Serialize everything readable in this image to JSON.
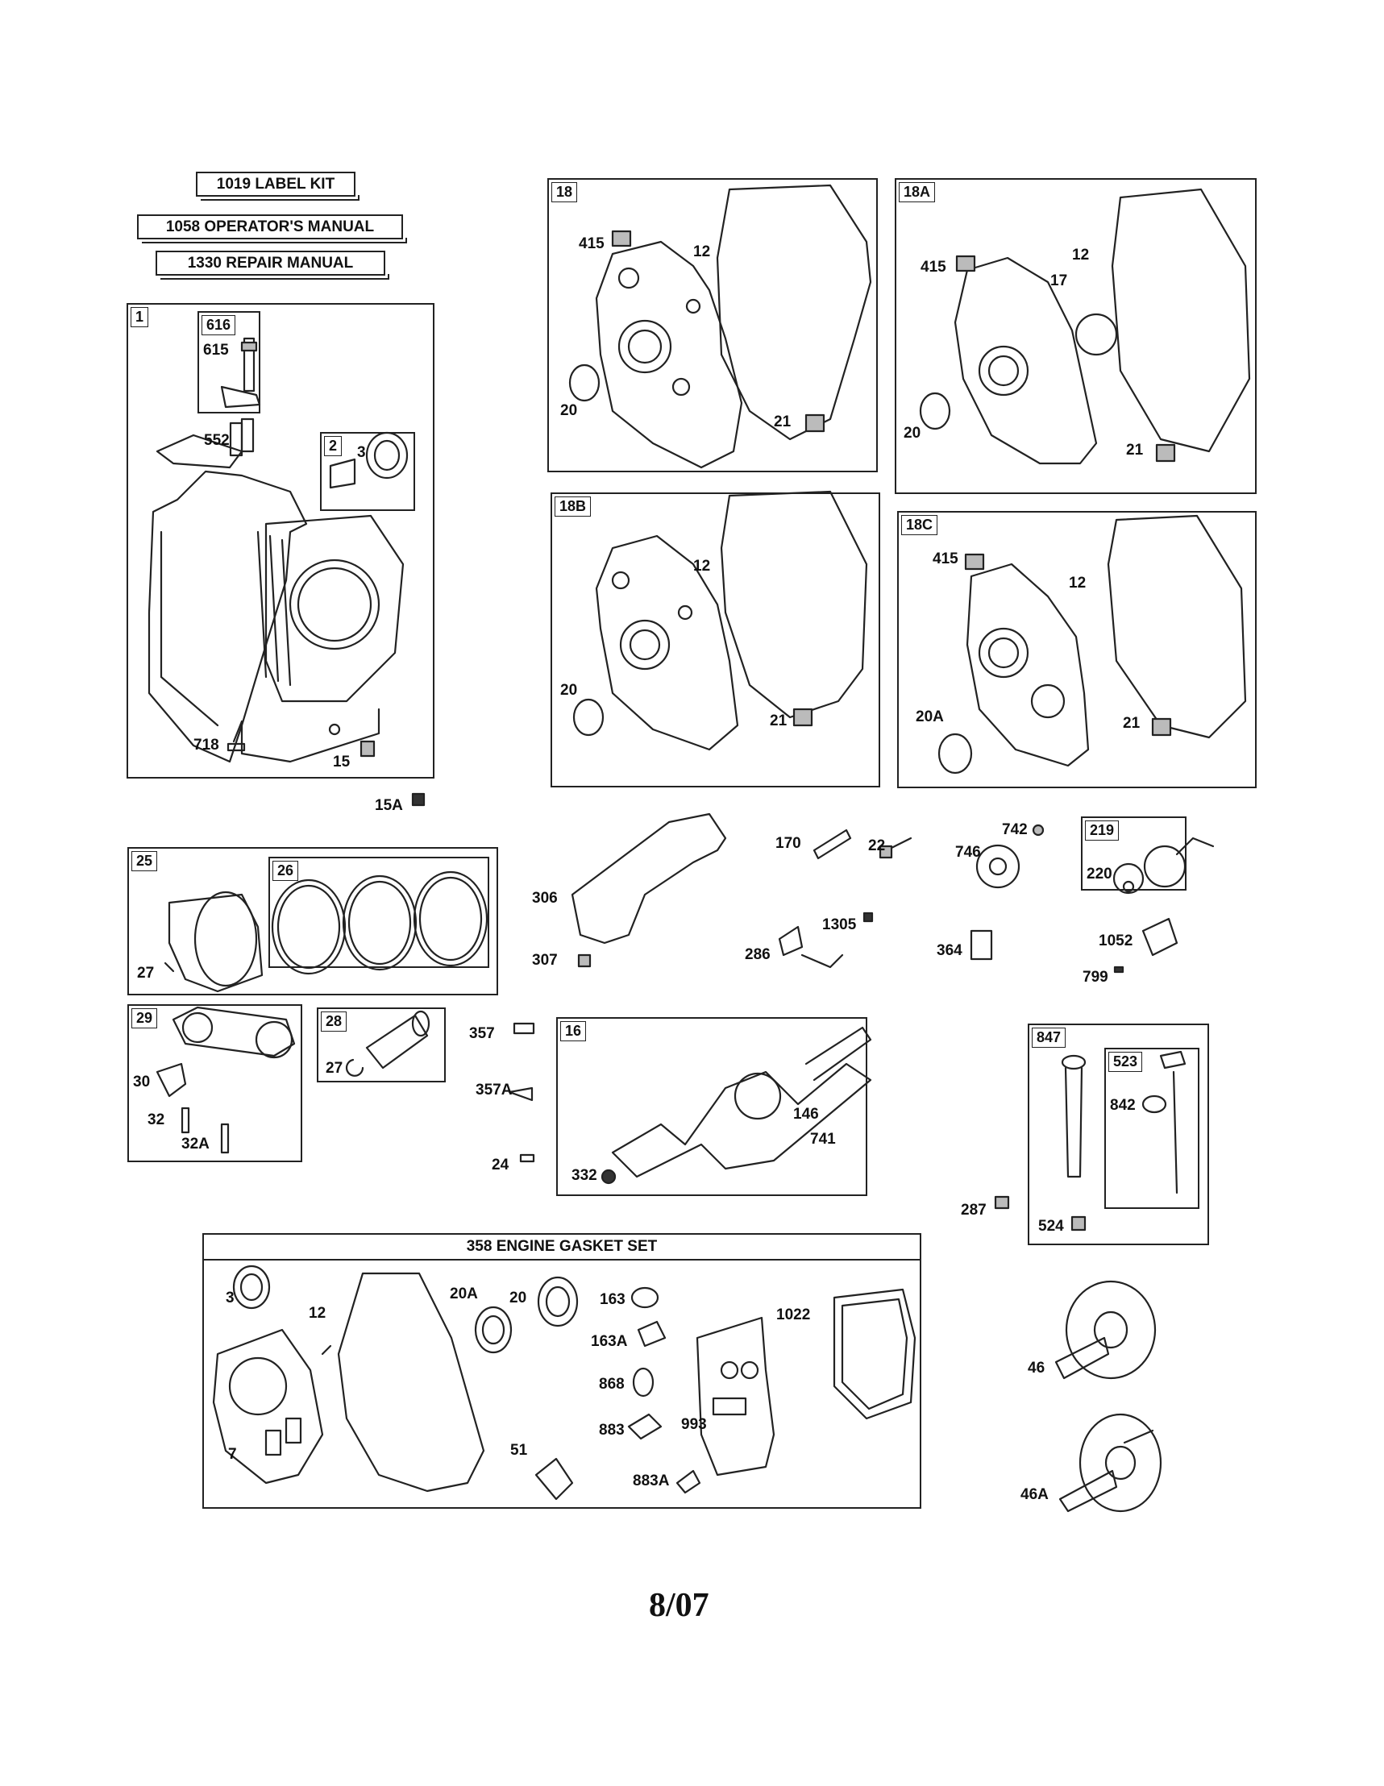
{
  "kits": {
    "label_kit": "1019 LABEL KIT",
    "operators_manual": "1058 OPERATOR'S MANUAL",
    "repair_manual": "1330 REPAIR MANUAL"
  },
  "cylinder": {
    "tag": "1",
    "subgroup_616": "616",
    "p615": "615",
    "p552": "552",
    "subgroup_2": "2",
    "p3": "3",
    "p718": "718",
    "p15": "15",
    "p15a": "15A"
  },
  "cover_18": {
    "tag": "18",
    "p415": "415",
    "p12": "12",
    "p20": "20",
    "p21": "21"
  },
  "cover_18a": {
    "tag": "18A",
    "p415": "415",
    "p12": "12",
    "p17": "17",
    "p20": "20",
    "p21": "21"
  },
  "cover_18b": {
    "tag": "18B",
    "p12": "12",
    "p20": "20",
    "p21": "21"
  },
  "cover_18c": {
    "tag": "18C",
    "p415": "415",
    "p12": "12",
    "p20a": "20A",
    "p21": "21"
  },
  "piston": {
    "tag": "25",
    "rings_tag": "26",
    "p27": "27"
  },
  "rod": {
    "tag": "29",
    "p30": "30",
    "p32": "32",
    "p32a": "32A"
  },
  "pin": {
    "tag": "28",
    "p27": "27"
  },
  "crankshaft": {
    "tag": "16",
    "p146": "146",
    "p741": "741",
    "p332": "332"
  },
  "keys": {
    "p357": "357",
    "p357a": "357A",
    "p24": "24"
  },
  "shroud": {
    "p306": "306",
    "p307": "307"
  },
  "misc": {
    "p170": "170",
    "p22": "22",
    "p742": "742",
    "p746": "746",
    "governor_tag": "219",
    "p220": "220",
    "p1305": "1305",
    "p286": "286",
    "p364": "364",
    "p1052": "1052",
    "p799": "799"
  },
  "dipstick": {
    "tag": "847",
    "sub_tag": "523",
    "p842": "842",
    "p287": "287",
    "p524": "524"
  },
  "camshaft": {
    "p46": "46",
    "p46a": "46A"
  },
  "gasket_set": {
    "title": "358 ENGINE GASKET SET",
    "p3": "3",
    "p12": "12",
    "p7": "7",
    "p20a": "20A",
    "p20": "20",
    "p51": "51",
    "p163": "163",
    "p163a": "163A",
    "p868": "868",
    "p883": "883",
    "p883a": "883A",
    "p993": "993",
    "p1022": "1022"
  },
  "footer": {
    "date": "8/07"
  }
}
